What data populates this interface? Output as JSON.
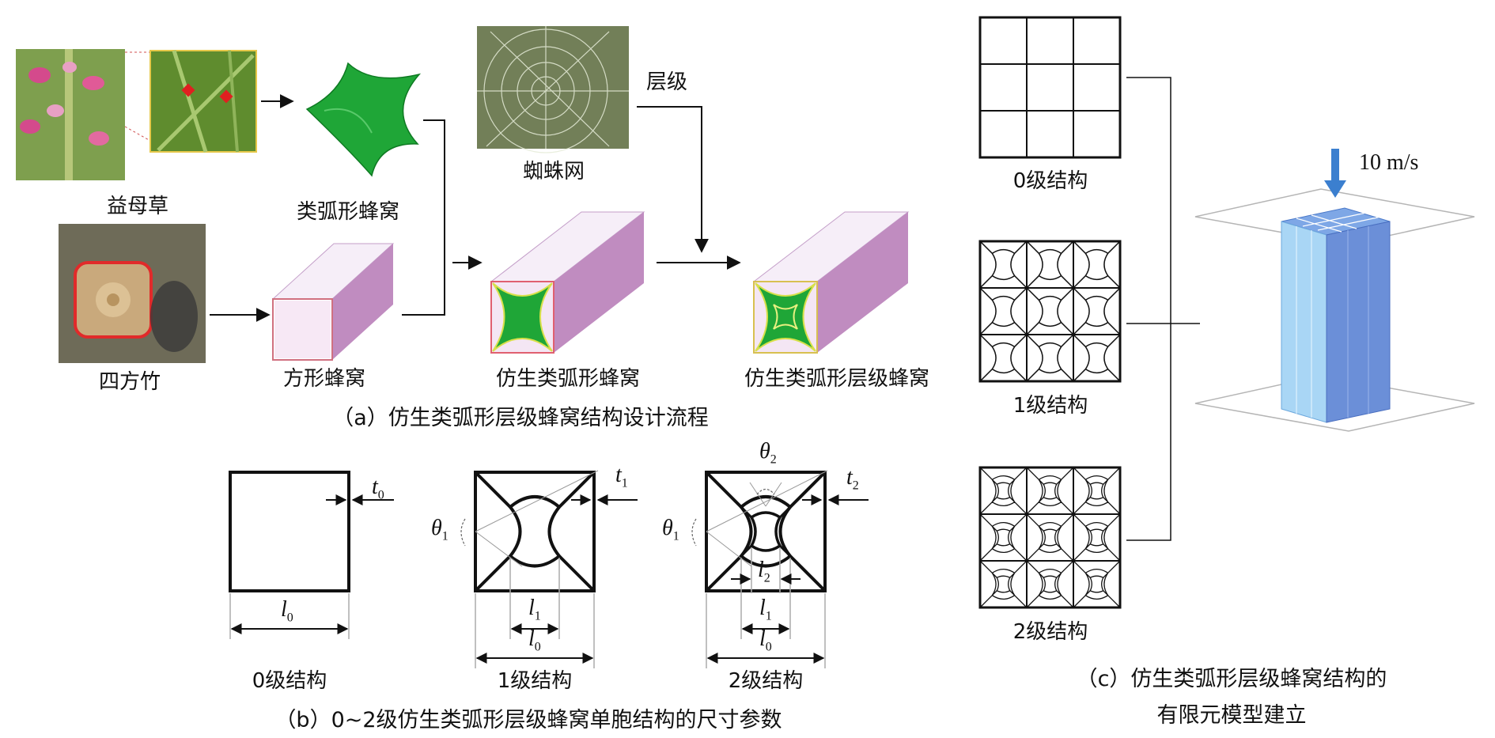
{
  "panel_a": {
    "caption": "（a）仿生类弧形层级蜂窝结构设计流程",
    "labels": {
      "motherwort": "益母草",
      "square_bamboo": "四方竹",
      "arc_honeycomb": "类弧形蜂窝",
      "spider_web": "蜘蛛网",
      "hierarchy": "层级",
      "square_honeycomb": "方形蜂窝",
      "bionic_arc_honeycomb": "仿生类弧形蜂窝",
      "bionic_arc_hier_honeycomb": "仿生类弧形层级蜂窝"
    }
  },
  "panel_b": {
    "caption": "（b）0~2级仿生类弧形层级蜂窝单胞结构的尺寸参数",
    "levels": [
      {
        "label": "0级结构",
        "t": "t",
        "t_sub": "0",
        "l": "l",
        "l_sub": "0"
      },
      {
        "label": "1级结构",
        "t": "t",
        "t_sub": "1",
        "theta": "θ",
        "theta_sub": "1",
        "l_inner": "l",
        "l_inner_sub": "1",
        "l": "l",
        "l_sub": "0"
      },
      {
        "label": "2级结构",
        "t": "t",
        "t_sub": "2",
        "theta": "θ",
        "theta_sub": "1",
        "theta2": "θ",
        "theta2_sub": "2",
        "l_inner2": "l",
        "l_inner2_sub": "2",
        "l_inner": "l",
        "l_inner_sub": "1",
        "l": "l",
        "l_sub": "0"
      }
    ]
  },
  "panel_c": {
    "caption_line1": "（c）仿生类弧形层级蜂窝结构的",
    "caption_line2": "有限元模型建立",
    "grid_labels": [
      "0级结构",
      "1级结构",
      "2级结构"
    ],
    "velocity": "10 m/s"
  },
  "colors": {
    "green": "#16a02c",
    "purple": "#c08cc0",
    "blue": "#9fd0f2",
    "arrow_blue": "#3b7fcf"
  }
}
